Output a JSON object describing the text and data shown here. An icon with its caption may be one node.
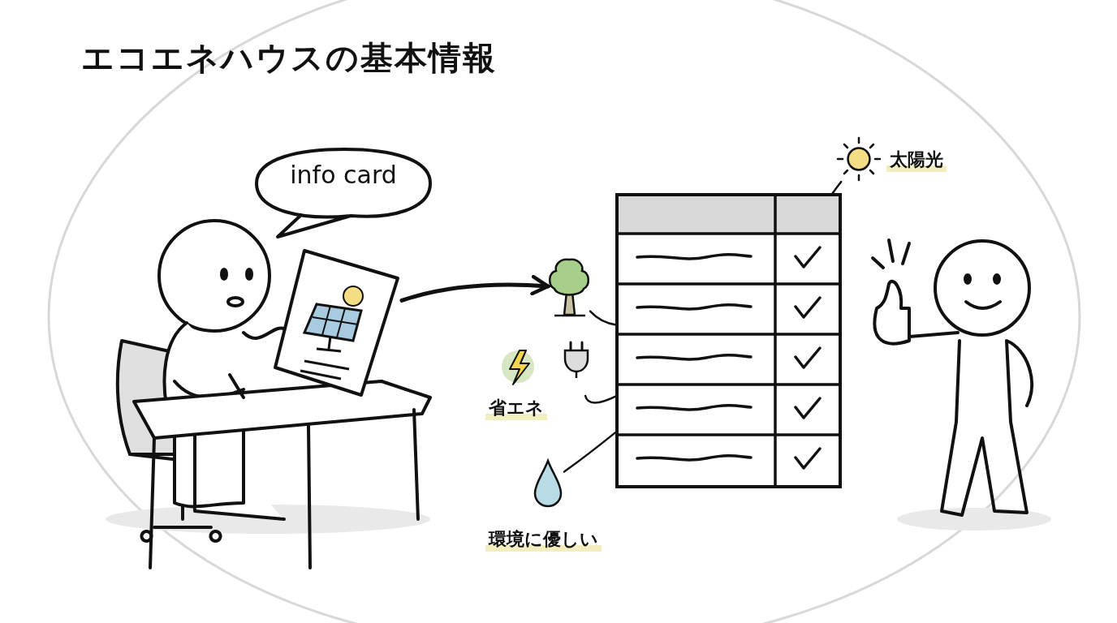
{
  "diagram": {
    "title": "エコエネハウスの基本情報",
    "nodes": [
      {
        "text": [
          "info card"
        ]
      },
      {
        "text": [],
        "shape": "picture"
      },
      {
        "text": [],
        "shape": "box"
      },
      {
        "text": [],
        "shape": "circle",
        "beside": [
          "太陽光"
        ]
      },
      {
        "text": [],
        "shape": "picture"
      },
      {
        "text": [],
        "shape": "picture"
      },
      {
        "text": [],
        "shape": "picture"
      }
    ],
    "edges": [
      {
        "from": 1,
        "to": 4,
        "arrow": "to",
        "style": "thick"
      },
      {
        "from": 3,
        "to": 2,
        "arrow": "none"
      },
      {
        "from": 4,
        "to": 2,
        "arrow": "none"
      },
      {
        "from": 5,
        "to": 2,
        "arrow": "none"
      },
      {
        "from": 6,
        "to": 2,
        "arrow": "none"
      }
    ],
    "labels": [
      "省エネ",
      "環境に優しい"
    ]
  }
}
